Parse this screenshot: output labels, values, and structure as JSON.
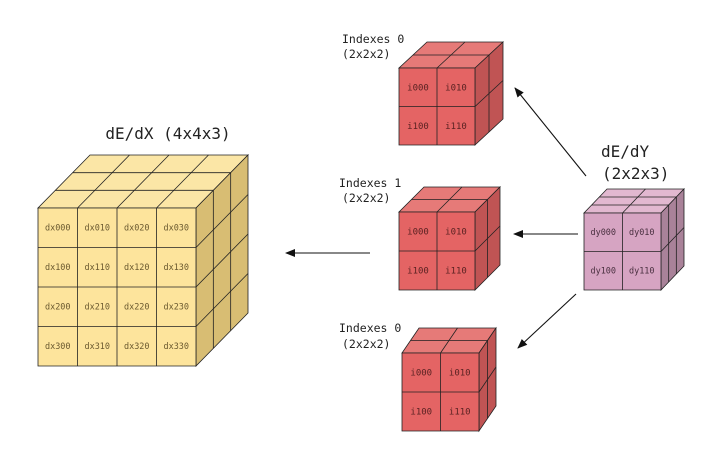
{
  "colors": {
    "yellow_front": "#fde49c",
    "yellow_top": "#fbe6a6",
    "yellow_side": "#d8bd73",
    "red_front": "#e46464",
    "red_top": "#e67a78",
    "red_side": "#c05454",
    "pink_front": "#d6a4c2",
    "pink_top": "#e2b8d0",
    "pink_side": "#a98299",
    "edge": "#222222",
    "arrow": "#111111"
  },
  "dx_cube": {
    "title": "dE/dX (4x4x3)",
    "cells": [
      [
        "dx000",
        "dx010",
        "dx020",
        "dx030"
      ],
      [
        "dx100",
        "dx110",
        "dx120",
        "dx130"
      ],
      [
        "dx200",
        "dx210",
        "dx220",
        "dx230"
      ],
      [
        "dx300",
        "dx310",
        "dx320",
        "dx330"
      ]
    ]
  },
  "dy_cube": {
    "title_line1": "dE/dY",
    "title_line2": "(2x2x3)",
    "cells": [
      [
        "dy000",
        "dy010"
      ],
      [
        "dy100",
        "dy110"
      ]
    ]
  },
  "index_cubes": [
    {
      "title_line1": "Indexes 0",
      "title_line2": "(2x2x2)",
      "cells": [
        [
          "i000",
          "i010"
        ],
        [
          "i100",
          "i110"
        ]
      ]
    },
    {
      "title_line1": "Indexes 1",
      "title_line2": "(2x2x2)",
      "cells": [
        [
          "i000",
          "i010"
        ],
        [
          "i100",
          "i110"
        ]
      ]
    },
    {
      "title_line1": "Indexes 0",
      "title_line2": "(2x2x2)",
      "cells": [
        [
          "i000",
          "i010"
        ],
        [
          "i100",
          "i110"
        ]
      ]
    }
  ]
}
